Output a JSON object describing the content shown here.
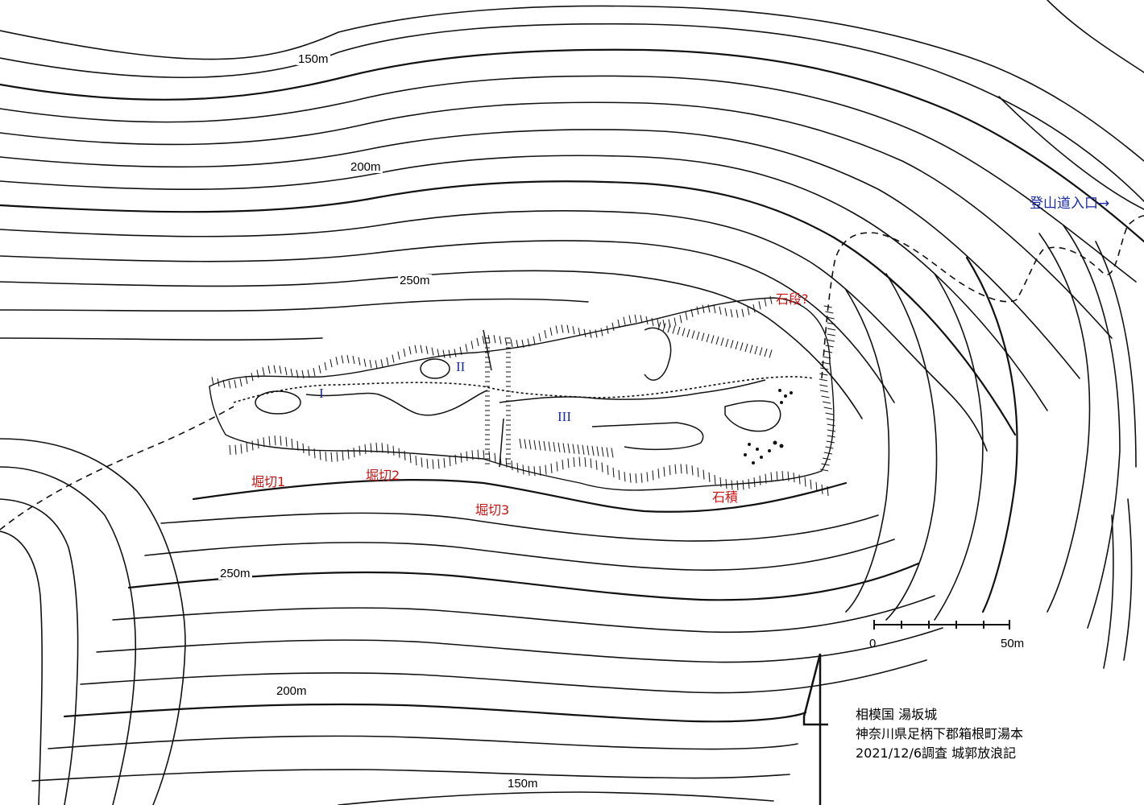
{
  "colors": {
    "ink": "#111111",
    "red": "#cc1111",
    "blue": "#1a2aa8"
  },
  "contours": {
    "outer": [
      "150m",
      "200m",
      "250m"
    ],
    "south": [
      "250m",
      "200m",
      "150m"
    ]
  },
  "features": {
    "moats": [
      "堀切1",
      "堀切2",
      "堀切3"
    ],
    "stone_wall": "石積",
    "stone_steps": "石段?"
  },
  "enclosures": [
    "I",
    "II",
    "III"
  ],
  "trailhead": "登山道入口→",
  "scale": {
    "start": "0",
    "end": "50m"
  },
  "info": {
    "line1": "相模国 湯坂城",
    "line2": "神奈川県足柄下郡箱根町湯本",
    "line3": "2021/12/6調査 城郭放浪記"
  },
  "icons": {
    "north_arrow": "north-arrow-icon"
  }
}
